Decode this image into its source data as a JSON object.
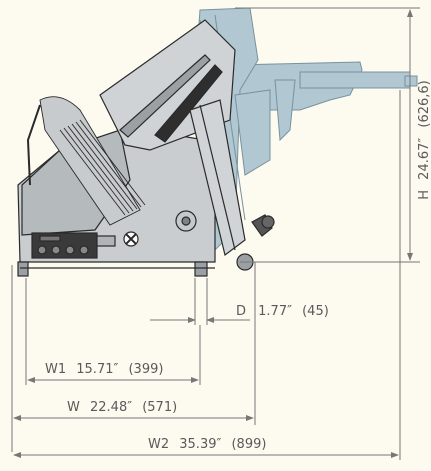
{
  "dimensions": {
    "height": {
      "label": "H",
      "inches": "24.67″",
      "mm": "(626,6)"
    },
    "depth": {
      "label": "D",
      "inches": "1.77″",
      "mm": "(45)"
    },
    "width1": {
      "label": "W1",
      "inches": "15.71″",
      "mm": "(399)"
    },
    "width": {
      "label": "W",
      "inches": "22.48″",
      "mm": "(571)"
    },
    "width2": {
      "label": "W2",
      "inches": "35.39″",
      "mm": "(899)"
    }
  },
  "colors": {
    "background": "#fdfaf0",
    "dimension_line": "#777777",
    "machine_body": "#c4c9cc",
    "machine_outline": "#2a2a2a",
    "ghost_fill": "#a9c2cf",
    "ghost_outline": "#6a8796"
  }
}
